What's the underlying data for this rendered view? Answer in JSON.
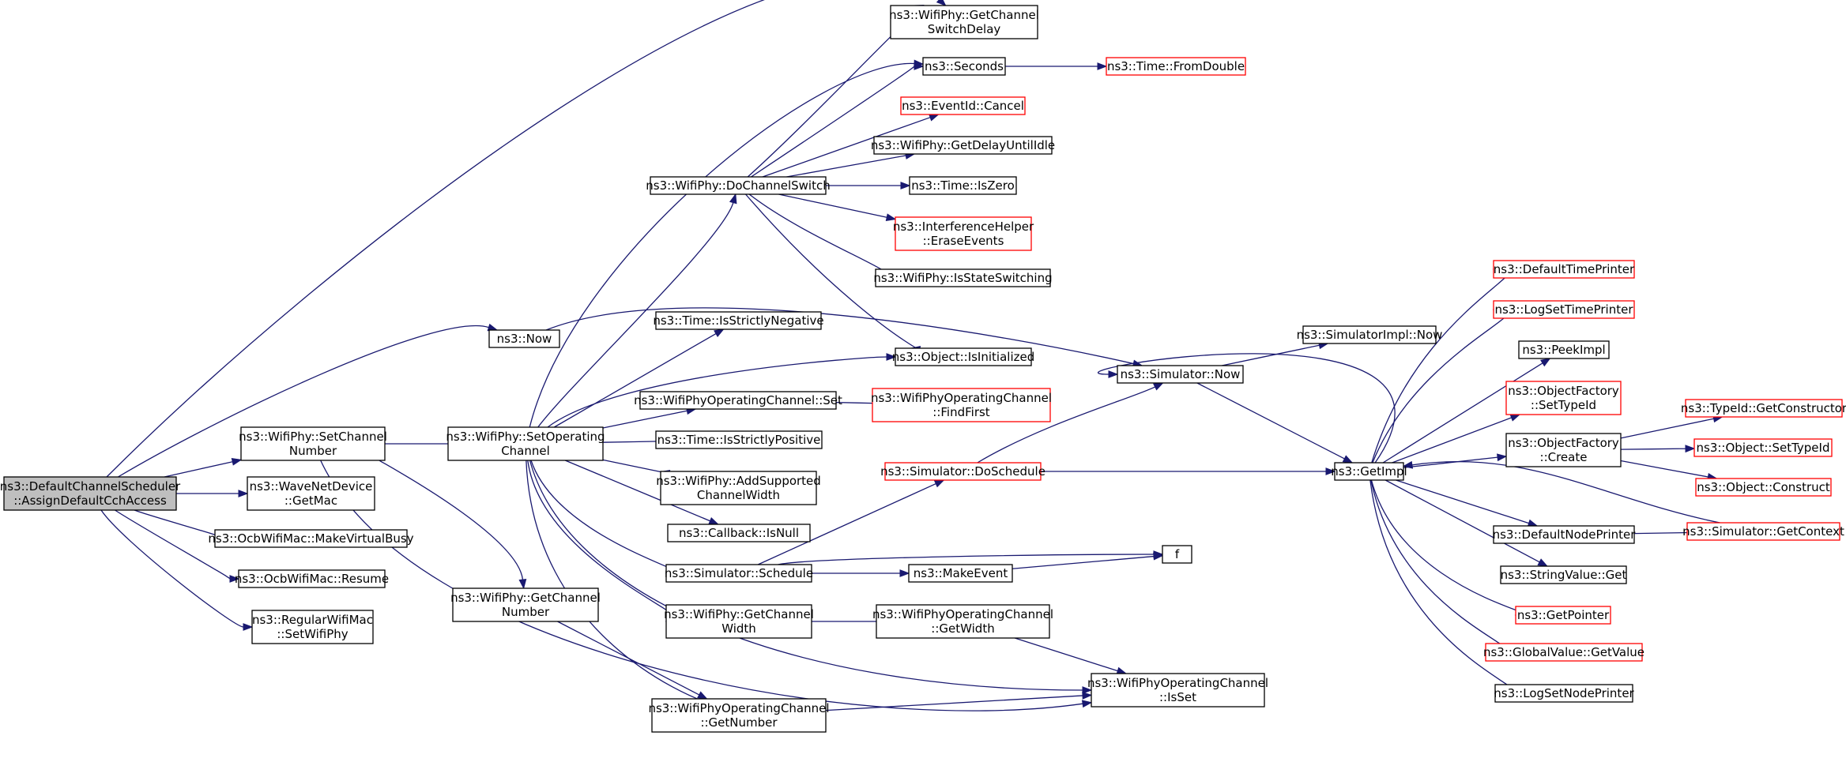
{
  "colors": {
    "edge": "#191970",
    "node_fill": "#ffffff",
    "node_border": "#000000",
    "node_border_truncated": "#ff0000",
    "root_fill": "#bfbfbf",
    "root_border": "#000000"
  },
  "nodes": [
    {
      "id": "root",
      "lines": [
        "ns3::DefaultChannelScheduler",
        "::AssignDefaultCchAccess"
      ],
      "style": "root"
    },
    {
      "id": "now",
      "lines": [
        "ns3::Now"
      ],
      "style": "normal"
    },
    {
      "id": "setchannel",
      "lines": [
        "ns3::WifiPhy::SetChannel",
        "Number"
      ],
      "style": "normal"
    },
    {
      "id": "wnd_getmac",
      "lines": [
        "ns3::WaveNetDevice",
        "::GetMac"
      ],
      "style": "normal"
    },
    {
      "id": "makevirtualbusy",
      "lines": [
        "ns3::OcbWifiMac::MakeVirtualBusy"
      ],
      "style": "normal"
    },
    {
      "id": "resume",
      "lines": [
        "ns3::OcbWifiMac::Resume"
      ],
      "style": "normal"
    },
    {
      "id": "setwifiphy",
      "lines": [
        "ns3::RegularWifiMac",
        "::SetWifiPhy"
      ],
      "style": "normal"
    },
    {
      "id": "getchswdelay",
      "lines": [
        "ns3::WifiPhy::GetChannel",
        "SwitchDelay"
      ],
      "style": "normal"
    },
    {
      "id": "seconds",
      "lines": [
        "ns3::Seconds"
      ],
      "style": "normal"
    },
    {
      "id": "setopch",
      "lines": [
        "ns3::WifiPhy::SetOperating",
        "Channel"
      ],
      "style": "normal"
    },
    {
      "id": "getchnum",
      "lines": [
        "ns3::WifiPhy::GetChannel",
        "Number"
      ],
      "style": "normal"
    },
    {
      "id": "docs",
      "lines": [
        "ns3::WifiPhy::DoChannelSwitch"
      ],
      "style": "normal"
    },
    {
      "id": "fromdouble",
      "lines": [
        "ns3::Time::FromDouble"
      ],
      "style": "truncated"
    },
    {
      "id": "eventcancel",
      "lines": [
        "ns3::EventId::Cancel"
      ],
      "style": "truncated"
    },
    {
      "id": "getdelayidle",
      "lines": [
        "ns3::WifiPhy::GetDelayUntilIdle"
      ],
      "style": "normal"
    },
    {
      "id": "iszero",
      "lines": [
        "ns3::Time::IsZero"
      ],
      "style": "normal"
    },
    {
      "id": "erase",
      "lines": [
        "ns3::InterferenceHelper",
        "::EraseEvents"
      ],
      "style": "truncated"
    },
    {
      "id": "isss",
      "lines": [
        "ns3::WifiPhy::IsStateSwitching"
      ],
      "style": "normal"
    },
    {
      "id": "isneg",
      "lines": [
        "ns3::Time::IsStrictlyNegative"
      ],
      "style": "normal"
    },
    {
      "id": "isinit",
      "lines": [
        "ns3::Object::IsInitialized"
      ],
      "style": "normal"
    },
    {
      "id": "woc_set",
      "lines": [
        "ns3::WifiPhyOperatingChannel::Set"
      ],
      "style": "normal"
    },
    {
      "id": "findfirst",
      "lines": [
        "ns3::WifiPhyOperatingChannel",
        "::FindFirst"
      ],
      "style": "truncated"
    },
    {
      "id": "ispos",
      "lines": [
        "ns3::Time::IsStrictlyPositive"
      ],
      "style": "normal"
    },
    {
      "id": "addsup",
      "lines": [
        "ns3::WifiPhy::AddSupported",
        "ChannelWidth"
      ],
      "style": "normal"
    },
    {
      "id": "isnull",
      "lines": [
        "ns3::Callback::IsNull"
      ],
      "style": "normal"
    },
    {
      "id": "schedule",
      "lines": [
        "ns3::Simulator::Schedule"
      ],
      "style": "normal"
    },
    {
      "id": "getchwidth",
      "lines": [
        "ns3::WifiPhy::GetChannel",
        "Width"
      ],
      "style": "normal"
    },
    {
      "id": "woc_getnum",
      "lines": [
        "ns3::WifiPhyOperatingChannel",
        "::GetNumber"
      ],
      "style": "normal"
    },
    {
      "id": "simnow",
      "lines": [
        "ns3::Simulator::Now"
      ],
      "style": "normal"
    },
    {
      "id": "dosched",
      "lines": [
        "ns3::Simulator::DoSchedule"
      ],
      "style": "truncated"
    },
    {
      "id": "makeevent",
      "lines": [
        "ns3::MakeEvent"
      ],
      "style": "normal"
    },
    {
      "id": "f",
      "lines": [
        "f"
      ],
      "style": "normal"
    },
    {
      "id": "woc_getwidth",
      "lines": [
        "ns3::WifiPhyOperatingChannel",
        "::GetWidth"
      ],
      "style": "normal"
    },
    {
      "id": "woc_isset",
      "lines": [
        "ns3::WifiPhyOperatingChannel",
        "::IsSet"
      ],
      "style": "normal"
    },
    {
      "id": "simimplnow",
      "lines": [
        "ns3::SimulatorImpl::Now"
      ],
      "style": "normal"
    },
    {
      "id": "getimpl",
      "lines": [
        "ns3::GetImpl"
      ],
      "style": "normal"
    },
    {
      "id": "deftimeprinter",
      "lines": [
        "ns3::DefaultTimePrinter"
      ],
      "style": "truncated"
    },
    {
      "id": "logsettime",
      "lines": [
        "ns3::LogSetTimePrinter"
      ],
      "style": "truncated"
    },
    {
      "id": "peekimpl",
      "lines": [
        "ns3::PeekImpl"
      ],
      "style": "normal"
    },
    {
      "id": "of_settypeid",
      "lines": [
        "ns3::ObjectFactory",
        "::SetTypeId"
      ],
      "style": "truncated"
    },
    {
      "id": "of_create",
      "lines": [
        "ns3::ObjectFactory",
        "::Create"
      ],
      "style": "normal"
    },
    {
      "id": "defnodeprinter",
      "lines": [
        "ns3::DefaultNodePrinter"
      ],
      "style": "normal"
    },
    {
      "id": "stringvalueget",
      "lines": [
        "ns3::StringValue::Get"
      ],
      "style": "normal"
    },
    {
      "id": "getpointer",
      "lines": [
        "ns3::GetPointer"
      ],
      "style": "truncated"
    },
    {
      "id": "globalvalueget",
      "lines": [
        "ns3::GlobalValue::GetValue"
      ],
      "style": "truncated"
    },
    {
      "id": "logsetnode",
      "lines": [
        "ns3::LogSetNodePrinter"
      ],
      "style": "normal"
    },
    {
      "id": "typeid_getctor",
      "lines": [
        "ns3::TypeId::GetConstructor"
      ],
      "style": "truncated"
    },
    {
      "id": "obj_settypeid",
      "lines": [
        "ns3::Object::SetTypeId"
      ],
      "style": "truncated"
    },
    {
      "id": "obj_construct",
      "lines": [
        "ns3::Object::Construct"
      ],
      "style": "truncated"
    },
    {
      "id": "sim_getcontext",
      "lines": [
        "ns3::Simulator::GetContext"
      ],
      "style": "truncated"
    }
  ],
  "edges": [
    [
      "root",
      "getchswdelay"
    ],
    [
      "root",
      "now"
    ],
    [
      "root",
      "setchannel"
    ],
    [
      "root",
      "wnd_getmac"
    ],
    [
      "root",
      "makevirtualbusy"
    ],
    [
      "root",
      "resume"
    ],
    [
      "root",
      "setwifiphy"
    ],
    [
      "now",
      "simnow"
    ],
    [
      "setchannel",
      "setopch"
    ],
    [
      "setchannel",
      "getchnum"
    ],
    [
      "setchannel",
      "woc_isset"
    ],
    [
      "setopch",
      "seconds"
    ],
    [
      "setopch",
      "docs"
    ],
    [
      "setopch",
      "isneg"
    ],
    [
      "setopch",
      "isinit"
    ],
    [
      "setopch",
      "woc_set"
    ],
    [
      "setopch",
      "ispos"
    ],
    [
      "setopch",
      "addsup"
    ],
    [
      "setopch",
      "isnull"
    ],
    [
      "setopch",
      "schedule"
    ],
    [
      "setopch",
      "getchwidth"
    ],
    [
      "setopch",
      "woc_getnum"
    ],
    [
      "setopch",
      "woc_isset"
    ],
    [
      "getchnum",
      "woc_getnum"
    ],
    [
      "docs",
      "getchswdelay"
    ],
    [
      "docs",
      "seconds"
    ],
    [
      "docs",
      "eventcancel"
    ],
    [
      "docs",
      "getdelayidle"
    ],
    [
      "docs",
      "iszero"
    ],
    [
      "docs",
      "erase"
    ],
    [
      "docs",
      "isss"
    ],
    [
      "docs",
      "isinit"
    ],
    [
      "seconds",
      "fromdouble"
    ],
    [
      "woc_set",
      "findfirst"
    ],
    [
      "schedule",
      "dosched"
    ],
    [
      "schedule",
      "makeevent"
    ],
    [
      "schedule",
      "f"
    ],
    [
      "makeevent",
      "f"
    ],
    [
      "getchwidth",
      "woc_getwidth"
    ],
    [
      "woc_getwidth",
      "woc_isset"
    ],
    [
      "woc_getnum",
      "woc_isset"
    ],
    [
      "dosched",
      "simnow"
    ],
    [
      "dosched",
      "getimpl"
    ],
    [
      "simnow",
      "simimplnow"
    ],
    [
      "simnow",
      "getimpl"
    ],
    [
      "getimpl",
      "simnow"
    ],
    [
      "getimpl",
      "deftimeprinter"
    ],
    [
      "getimpl",
      "logsettime"
    ],
    [
      "getimpl",
      "peekimpl"
    ],
    [
      "getimpl",
      "of_settypeid"
    ],
    [
      "getimpl",
      "of_create"
    ],
    [
      "getimpl",
      "defnodeprinter"
    ],
    [
      "getimpl",
      "stringvalueget"
    ],
    [
      "getimpl",
      "getpointer"
    ],
    [
      "getimpl",
      "globalvalueget"
    ],
    [
      "getimpl",
      "logsetnode"
    ],
    [
      "of_create",
      "typeid_getctor"
    ],
    [
      "of_create",
      "obj_settypeid"
    ],
    [
      "of_create",
      "obj_construct"
    ],
    [
      "defnodeprinter",
      "sim_getcontext"
    ],
    [
      "sim_getcontext",
      "getimpl"
    ]
  ]
}
